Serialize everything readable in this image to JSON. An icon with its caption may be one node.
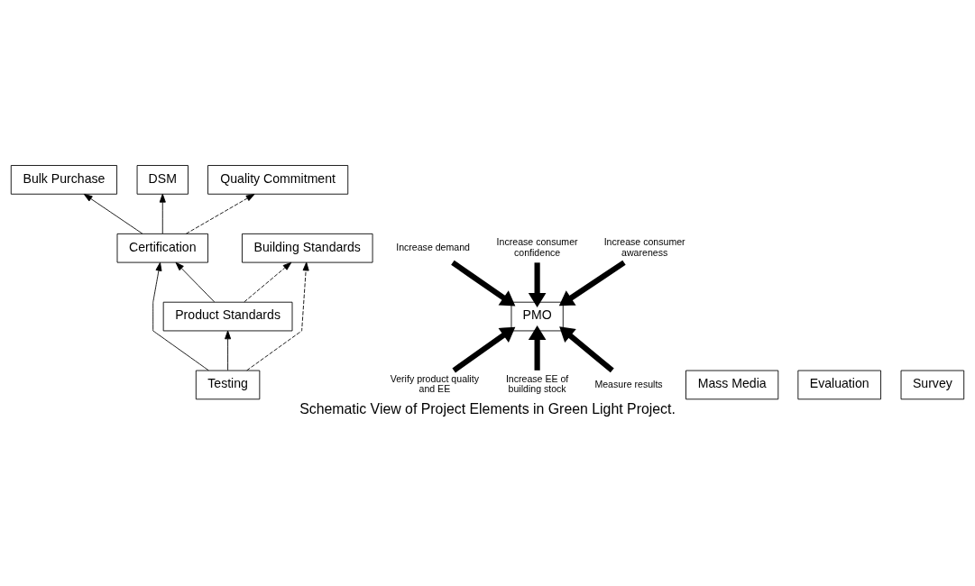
{
  "diagram": {
    "caption": "Schematic View of Project Elements in Green Light Project.",
    "nodes": [
      {
        "text": [
          "Bulk Purchase"
        ]
      },
      {
        "text": [
          "DSM"
        ]
      },
      {
        "text": [
          "Quality Commitment"
        ]
      },
      {
        "text": [
          "PMO"
        ]
      },
      {
        "text": [
          "Mass Media"
        ]
      },
      {
        "text": [
          "Certification"
        ]
      },
      {
        "text": [
          "Product Standards"
        ]
      },
      {
        "text": [
          "Testing"
        ]
      },
      {
        "text": [
          "Evaluation"
        ]
      },
      {
        "text": [
          "Survey"
        ]
      },
      {
        "text": [
          "Building Standards"
        ]
      },
      {
        "text": [
          "Increase demand"
        ]
      },
      {
        "text": [
          "Increase consumer confidence"
        ]
      },
      {
        "text": [
          "Increase consumer awareness"
        ]
      },
      {
        "text": [
          "Verify product quality and EE"
        ]
      },
      {
        "text": [
          "Increase EE of building stock"
        ]
      },
      {
        "text": [
          "Measure results"
        ]
      }
    ],
    "edges": [
      {
        "from": 5,
        "to": 0,
        "arrow": "to"
      },
      {
        "from": 5,
        "to": 1,
        "arrow": "to"
      },
      {
        "from": 5,
        "to": 2,
        "arrow": "to",
        "style": "dashed"
      },
      {
        "from": 6,
        "to": 5,
        "arrow": "to"
      },
      {
        "from": 7,
        "to": 6,
        "arrow": "to"
      },
      {
        "from": 7,
        "to": 5,
        "arrow": "to"
      },
      {
        "from": 6,
        "to": 10,
        "arrow": "to",
        "style": "dashed"
      },
      {
        "from": 7,
        "to": 10,
        "arrow": "to",
        "style": "dashed"
      },
      {
        "from": 11,
        "to": 3,
        "arrow": "to",
        "style": "thick"
      },
      {
        "from": 12,
        "to": 3,
        "arrow": "to",
        "style": "thick"
      },
      {
        "from": 13,
        "to": 3,
        "arrow": "to",
        "style": "thick"
      },
      {
        "from": 14,
        "to": 3,
        "arrow": "to",
        "style": "thick"
      },
      {
        "from": 15,
        "to": 3,
        "arrow": "to",
        "style": "thick"
      },
      {
        "from": 16,
        "to": 3,
        "arrow": "to",
        "style": "thick"
      }
    ]
  }
}
